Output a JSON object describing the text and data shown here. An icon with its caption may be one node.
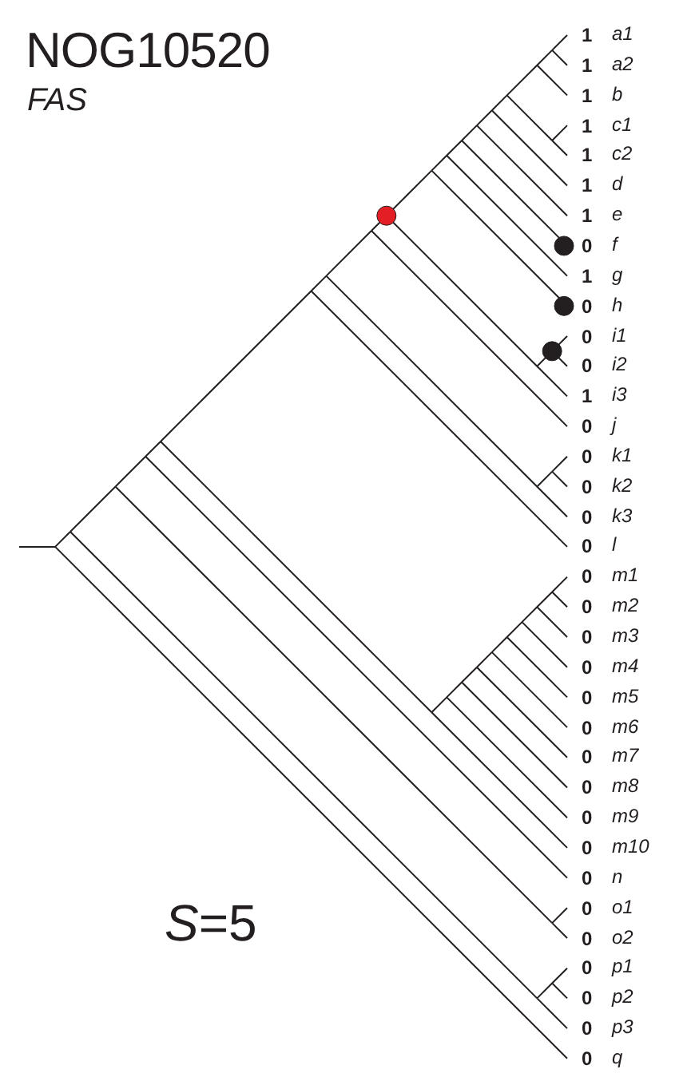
{
  "diagram": {
    "title": "NOG10520",
    "labels": [
      "FAS",
      "1",
      "a1",
      "1",
      "a2",
      "1",
      "b",
      "1",
      "c1",
      "1",
      "c2",
      "1",
      "d",
      "1",
      "e",
      "0",
      "f",
      "1",
      "g",
      "0",
      "h",
      "0",
      "i1",
      "0",
      "i2",
      "1",
      "i3",
      "0",
      "j",
      "0",
      "k1",
      "0",
      "k2",
      "0",
      "k3",
      "0",
      "l",
      "0",
      "m1",
      "0",
      "m2",
      "0",
      "m3",
      "0",
      "m4",
      "0",
      "m5",
      "0",
      "m6",
      "0",
      "m7",
      "0",
      "m8",
      "0",
      "m9",
      "0",
      "m10",
      "0",
      "n",
      "0",
      "o1",
      "0",
      "o2",
      "0",
      "p1",
      "0",
      "p2",
      "0",
      "p3",
      "0",
      "q",
      "*S*=5"
    ]
  }
}
